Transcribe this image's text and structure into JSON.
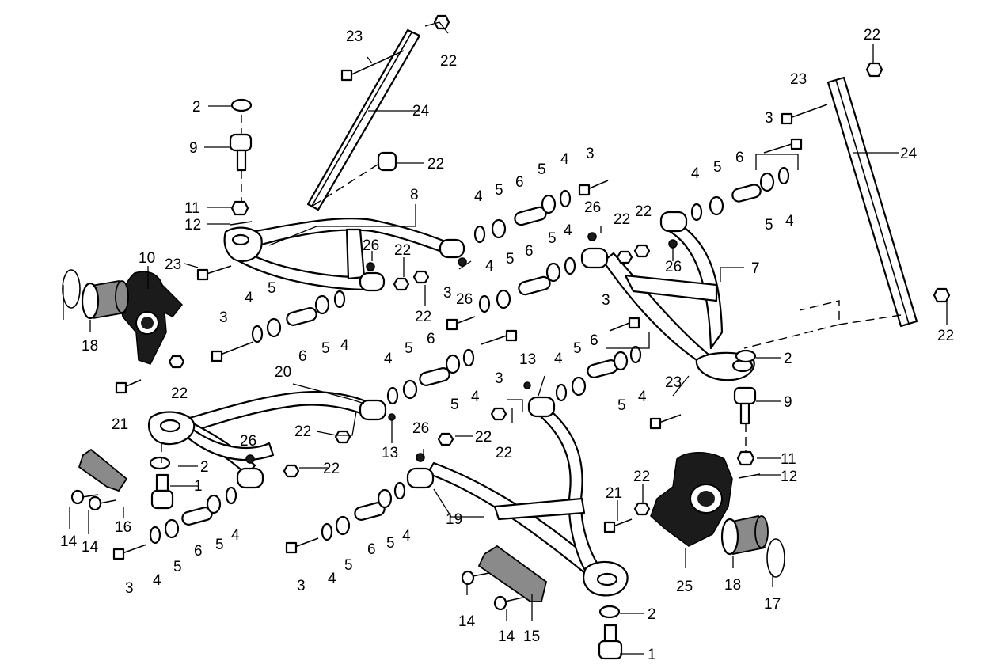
{
  "callouts": [
    {
      "id": "c23a",
      "text": "23"
    },
    {
      "id": "c22a",
      "text": "22"
    },
    {
      "id": "c2a",
      "text": "2"
    },
    {
      "id": "c24a",
      "text": "24"
    },
    {
      "id": "c9a",
      "text": "9"
    },
    {
      "id": "c22b",
      "text": "22"
    },
    {
      "id": "c11a",
      "text": "11"
    },
    {
      "id": "c12a",
      "text": "12"
    },
    {
      "id": "c8",
      "text": "8"
    },
    {
      "id": "c10",
      "text": "10"
    },
    {
      "id": "c23b",
      "text": "23"
    },
    {
      "id": "c18a",
      "text": "18"
    },
    {
      "id": "c21a",
      "text": "21"
    },
    {
      "id": "c22c",
      "text": "22"
    },
    {
      "id": "c26a",
      "text": "26"
    },
    {
      "id": "c22d",
      "text": "22"
    },
    {
      "id": "c22e",
      "text": "22"
    },
    {
      "id": "c3a",
      "text": "3"
    },
    {
      "id": "c4a",
      "text": "4"
    },
    {
      "id": "c5a",
      "text": "5"
    },
    {
      "id": "c6a",
      "text": "6"
    },
    {
      "id": "c5b",
      "text": "5"
    },
    {
      "id": "c4b",
      "text": "4"
    },
    {
      "id": "c4c",
      "text": "4"
    },
    {
      "id": "c5c",
      "text": "5"
    },
    {
      "id": "c6b",
      "text": "6"
    },
    {
      "id": "c5d",
      "text": "5"
    },
    {
      "id": "c4d",
      "text": "4"
    },
    {
      "id": "c3b",
      "text": "3"
    },
    {
      "id": "c4e",
      "text": "4"
    },
    {
      "id": "c5e",
      "text": "5"
    },
    {
      "id": "c6c",
      "text": "6"
    },
    {
      "id": "c5f",
      "text": "5"
    },
    {
      "id": "c4f",
      "text": "4"
    },
    {
      "id": "c3c",
      "text": "3"
    },
    {
      "id": "c26b",
      "text": "26"
    },
    {
      "id": "c26c",
      "text": "26"
    },
    {
      "id": "c22f",
      "text": "22"
    },
    {
      "id": "c22g",
      "text": "22"
    },
    {
      "id": "c22h",
      "text": "22"
    },
    {
      "id": "c23c",
      "text": "23"
    },
    {
      "id": "c3d",
      "text": "3"
    },
    {
      "id": "c6d",
      "text": "6"
    },
    {
      "id": "c4g",
      "text": "4"
    },
    {
      "id": "c5g",
      "text": "5"
    },
    {
      "id": "c5h",
      "text": "5"
    },
    {
      "id": "c4h",
      "text": "4"
    },
    {
      "id": "c24b",
      "text": "24"
    },
    {
      "id": "c7",
      "text": "7"
    },
    {
      "id": "c26d",
      "text": "26"
    },
    {
      "id": "c22i",
      "text": "22"
    },
    {
      "id": "c3e",
      "text": "3"
    },
    {
      "id": "c6e",
      "text": "6"
    },
    {
      "id": "c2b",
      "text": "2"
    },
    {
      "id": "c9b",
      "text": "9"
    },
    {
      "id": "c23d",
      "text": "23"
    },
    {
      "id": "c11b",
      "text": "11"
    },
    {
      "id": "c12b",
      "text": "12"
    },
    {
      "id": "c20",
      "text": "20"
    },
    {
      "id": "c4i",
      "text": "4"
    },
    {
      "id": "c5i",
      "text": "5"
    },
    {
      "id": "c6f",
      "text": "6"
    },
    {
      "id": "c5j",
      "text": "5"
    },
    {
      "id": "c4j",
      "text": "4"
    },
    {
      "id": "c3f",
      "text": "3"
    },
    {
      "id": "c13a",
      "text": "13"
    },
    {
      "id": "c4k",
      "text": "4"
    },
    {
      "id": "c5k",
      "text": "5"
    },
    {
      "id": "c6g",
      "text": "6"
    },
    {
      "id": "c5l",
      "text": "5"
    },
    {
      "id": "c4l",
      "text": "4"
    },
    {
      "id": "c22j",
      "text": "22"
    },
    {
      "id": "c13b",
      "text": "13"
    },
    {
      "id": "c22k",
      "text": "22"
    },
    {
      "id": "c22l",
      "text": "22"
    },
    {
      "id": "c26e",
      "text": "26"
    },
    {
      "id": "c22m",
      "text": "22"
    },
    {
      "id": "c2c",
      "text": "2"
    },
    {
      "id": "c1a",
      "text": "1"
    },
    {
      "id": "c16",
      "text": "16"
    },
    {
      "id": "c14a",
      "text": "14"
    },
    {
      "id": "c14b",
      "text": "14"
    },
    {
      "id": "c3g",
      "text": "3"
    },
    {
      "id": "c4m",
      "text": "4"
    },
    {
      "id": "c5m",
      "text": "5"
    },
    {
      "id": "c6h",
      "text": "6"
    },
    {
      "id": "c5n",
      "text": "5"
    },
    {
      "id": "c4n",
      "text": "4"
    },
    {
      "id": "c26f",
      "text": "26"
    },
    {
      "id": "c22n",
      "text": "22"
    },
    {
      "id": "c19",
      "text": "19"
    },
    {
      "id": "c3h",
      "text": "3"
    },
    {
      "id": "c4o",
      "text": "4"
    },
    {
      "id": "c5o",
      "text": "5"
    },
    {
      "id": "c6i",
      "text": "6"
    },
    {
      "id": "c5p",
      "text": "5"
    },
    {
      "id": "c4p",
      "text": "4"
    },
    {
      "id": "c14c",
      "text": "14"
    },
    {
      "id": "c14d",
      "text": "14"
    },
    {
      "id": "c15",
      "text": "15"
    },
    {
      "id": "c22o",
      "text": "22"
    },
    {
      "id": "c21b",
      "text": "21"
    },
    {
      "id": "c25",
      "text": "25"
    },
    {
      "id": "c18b",
      "text": "18"
    },
    {
      "id": "c17",
      "text": "17"
    },
    {
      "id": "c2d",
      "text": "2"
    },
    {
      "id": "c1b",
      "text": "1"
    }
  ]
}
